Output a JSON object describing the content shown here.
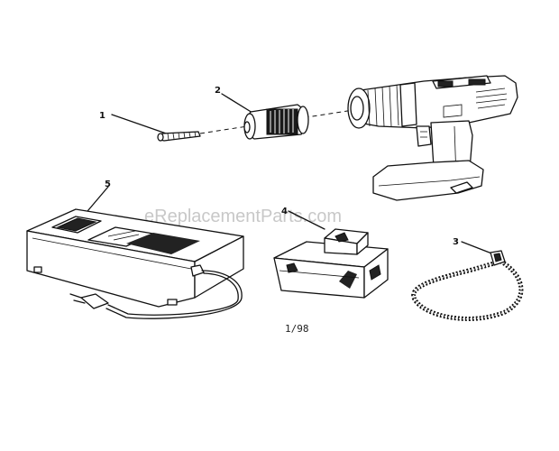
{
  "diagram": {
    "watermark": "eReplacementParts.com",
    "date_code": "1/98",
    "parts": [
      {
        "number": "1",
        "icon": "screw-icon"
      },
      {
        "number": "2",
        "icon": "chuck-icon"
      },
      {
        "number": "3",
        "icon": "wrist-strap-icon"
      },
      {
        "number": "4",
        "icon": "battery-pack-icon"
      },
      {
        "number": "5",
        "icon": "charger-icon"
      }
    ],
    "drill_icon": "cordless-drill-icon"
  }
}
